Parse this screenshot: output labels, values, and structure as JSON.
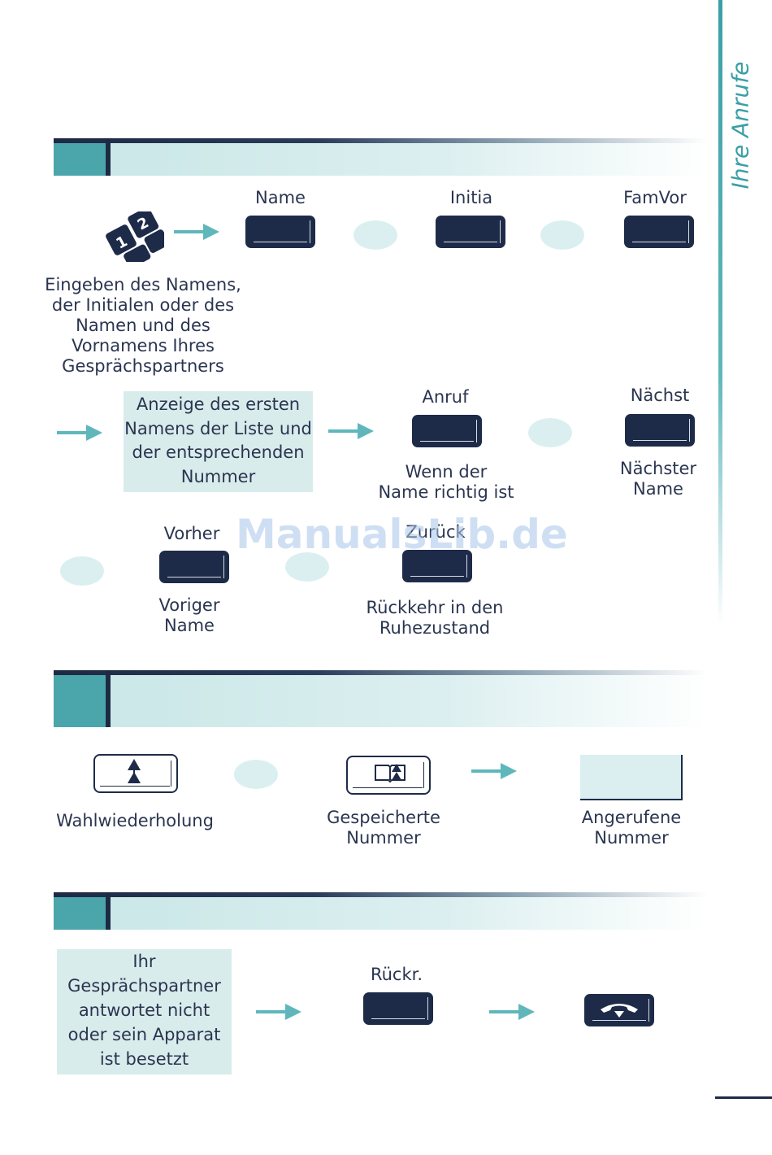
{
  "side_title": "Ihre Anrufe",
  "section1": {
    "keys": [
      "Name",
      "Initia",
      "FamVor"
    ],
    "keypad_desc": "Eingeben des Namens,\nder Initialen oder des\nNamen und des\nVornamens Ihres\nGesprächspartners",
    "display_box": "Anzeige des ersten\nNamens der Liste und\nder entsprechenden\nNummer",
    "anruf": "Anruf",
    "anruf_desc": "Wenn der\nName richtig ist",
    "naechst": "Nächst",
    "naechst_desc": "Nächster\nName",
    "vorher": "Vorher",
    "vorher_desc": "Voriger\nName",
    "zurueck": "Zurück",
    "zurueck_desc": "Rückkehr in den\nRuhezustand"
  },
  "section2": {
    "redial_desc": "Wahlwiederholung",
    "stored_desc": "Gespeicherte\nNummer",
    "called_desc": "Angerufene\nNummer"
  },
  "section3": {
    "busy_box": "Ihr\nGesprächspartner\nantwortet nicht\noder sein Apparat\nist besetzt",
    "rueckr": "Rückr."
  },
  "watermark": "ManualsLib.de",
  "colors": {
    "accent": "#4aa6aa",
    "navy": "#1e2b48",
    "panel": "#d9ecec"
  }
}
